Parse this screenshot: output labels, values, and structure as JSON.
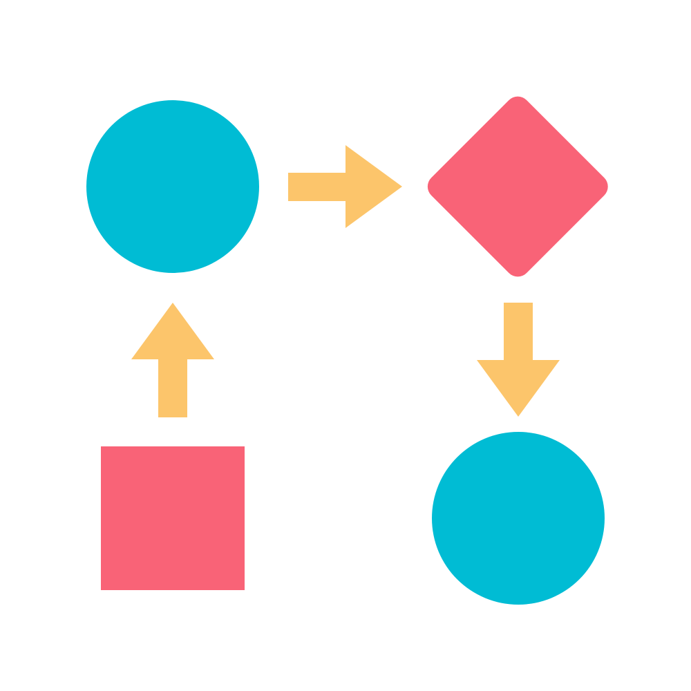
{
  "diagram": {
    "nodes": [
      {
        "id": "start-circle",
        "shape": "circle",
        "color": "#00BCD4"
      },
      {
        "id": "decision-diamond",
        "shape": "diamond",
        "color": "#F96377"
      },
      {
        "id": "end-circle",
        "shape": "circle",
        "color": "#00BCD4"
      },
      {
        "id": "process-square",
        "shape": "square",
        "color": "#F96377"
      }
    ],
    "edges": [
      {
        "from": "process-square",
        "to": "start-circle",
        "direction": "up",
        "color": "#FCC56B"
      },
      {
        "from": "start-circle",
        "to": "decision-diamond",
        "direction": "right",
        "color": "#FCC56B"
      },
      {
        "from": "decision-diamond",
        "to": "end-circle",
        "direction": "down",
        "color": "#FCC56B"
      }
    ],
    "icons": [
      "flowchart-icon"
    ]
  }
}
